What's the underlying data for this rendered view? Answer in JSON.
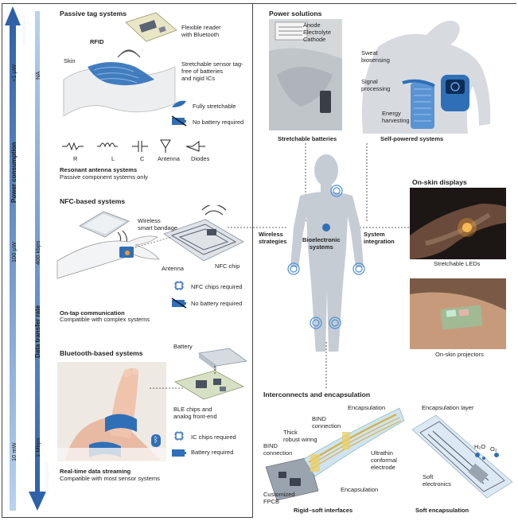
{
  "axes": {
    "power_label": "Power consumption",
    "power_values": [
      "<1 µW",
      "100 µW",
      "10 mW"
    ],
    "rate_label": "Data transfer rate",
    "rate_values": [
      "NA",
      "400 kbps",
      "1 Mbps"
    ],
    "adv_top": "Advantageous",
    "adv_bottom": "Advantageous"
  },
  "passive": {
    "title": "Passive tag systems",
    "reader": "Flexible reader\nwith Bluetooth",
    "rfid": "RFID",
    "skin": "Skin",
    "sensor": "Stretchable sensor tag-\nfree of batteries\nand rigid ICs",
    "legend_stretch": "Fully stretchable",
    "legend_battery": "No battery required",
    "components": [
      "R",
      "L",
      "C",
      "Antenna",
      "Diodes"
    ],
    "resonant_title": "Resonant antenna systems",
    "resonant_sub": "Passive component systems only"
  },
  "nfc": {
    "title": "NFC-based systems",
    "bandage": "Wireless\nsmart bandage",
    "antenna": "Antenna",
    "chip": "NFC chip",
    "legend_chips": "NFC chips required",
    "legend_battery": "No battery required",
    "comm_title": "On-tap communication",
    "comm_sub": "Compatible with complex systems"
  },
  "ble": {
    "title": "Bluetooth-based systems",
    "battery": "Battery",
    "chips": "BLE chips and\nanalog front-end",
    "legend_chips": "IC chips required",
    "legend_battery": "Battery required",
    "stream_title": "Real-time data streaming",
    "stream_sub": "Compatible with most sensor systems"
  },
  "power": {
    "title": "Power solutions",
    "anode": "Anode",
    "electrolyte": "Electrolyte",
    "cathode": "Cathode",
    "batteries_caption": "Stretchable batteries",
    "sweat": "Sweat\nbiosensing",
    "signal": "Signal\nprocessing",
    "energy": "Energy\nharvesting",
    "self_caption": "Self-powered systems"
  },
  "center": {
    "wireless": "Wireless\nstrategies",
    "bio": "Bioelectronic\nsystems",
    "integration": "System\nintegration"
  },
  "displays": {
    "title": "On-skin displays",
    "leds": "Stretchable LEDs",
    "projectors": "On-skin projectors"
  },
  "interconnect": {
    "title": "Interconnects and encapsulation",
    "bind_conn1": "BIND\nconnection",
    "thick": "Thick\nrobust wiring",
    "bind_conn2": "BIND\nconnection",
    "encap_top": "Encapsulation",
    "ultrathin": "Ultrathin\nconformal\nelectrode",
    "fpcb": "Customized\nFPCB",
    "encap_bottom": "Encapsulation",
    "rigid_caption": "Rigid–soft interfaces",
    "encap_layer": "Encapsulation layer",
    "h2o": "H₂O",
    "o2": "O₂",
    "soft_elec": "Soft\nelectronics",
    "soft_caption": "Soft encapsulation"
  },
  "colors": {
    "arrow_blue": "#3a73b5",
    "skin_blue": "#2f6fb8",
    "figure_grey": "#c6ccd3"
  }
}
